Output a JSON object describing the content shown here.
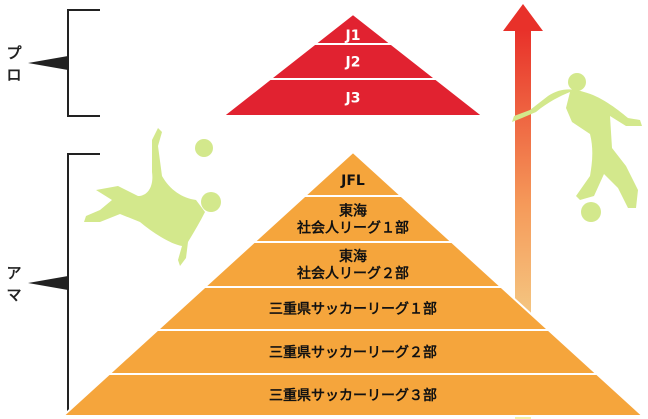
{
  "colors": {
    "pro_fill": "#e12230",
    "amateur_fill": "#f5a53c",
    "tier_divider": "#ffffff",
    "silhouette": "#d3e88c",
    "arrow_top": "#e8312a",
    "arrow_bottom": "#f4f0a6",
    "bracket": "#222222"
  },
  "groups": {
    "pro": {
      "label_chars": [
        "プ",
        "ロ"
      ]
    },
    "amateur": {
      "label_chars": [
        "ア",
        "マ"
      ]
    }
  },
  "pro_tiers": [
    {
      "lines": [
        "J1"
      ]
    },
    {
      "lines": [
        "J2"
      ]
    },
    {
      "lines": [
        "J3"
      ]
    }
  ],
  "amateur_tiers": [
    {
      "lines": [
        "JFL"
      ]
    },
    {
      "lines": [
        "東海",
        "社会人リーグ１部"
      ]
    },
    {
      "lines": [
        "東海",
        "社会人リーグ２部"
      ]
    },
    {
      "lines": [
        "三重県サッカーリーグ１部"
      ]
    },
    {
      "lines": [
        "三重県サッカーリーグ２部"
      ]
    },
    {
      "lines": [
        "三重県サッカーリーグ３部"
      ]
    }
  ],
  "icons": {
    "left_player": "bicycle-kick-player-icon",
    "right_player": "kicking-player-icon",
    "arrow": "upward-arrow-icon"
  }
}
